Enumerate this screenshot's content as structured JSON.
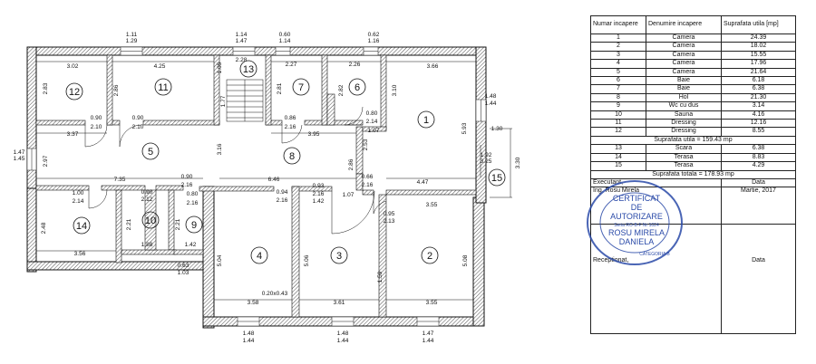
{
  "plan": {
    "rooms": [
      {
        "num": "1"
      },
      {
        "num": "2"
      },
      {
        "num": "3"
      },
      {
        "num": "4"
      },
      {
        "num": "5"
      },
      {
        "num": "6"
      },
      {
        "num": "7"
      },
      {
        "num": "8"
      },
      {
        "num": "9"
      },
      {
        "num": "10"
      },
      {
        "num": "11"
      },
      {
        "num": "12"
      },
      {
        "num": "13"
      },
      {
        "num": "14"
      },
      {
        "num": "15"
      }
    ],
    "dims": {
      "top_w1_a": "1.11",
      "top_w1_b": "1.29",
      "top_w2_a": "1.14",
      "top_w2_b": "1.47",
      "top_w3_a": "0.60",
      "top_w3_b": "1.14",
      "top_w4_a": "0.62",
      "top_w4_b": "1.16",
      "r12_w": "3.02",
      "r11_w": "4.25",
      "r13_w": "2.28",
      "r13_w2": "1.05",
      "r7_w": "2.27",
      "r6_w": "2.26",
      "r1_w": "3.66",
      "r12_h": "2.83",
      "r11_h": "2.86",
      "r13_h": "1.77",
      "r7_h": "2.81",
      "r6_h": "2.82",
      "r1_h": "3.10",
      "d_r12_a": "0.90",
      "d_r12_b": "2.10",
      "d_r11_a": "0.90",
      "d_r11_b": "2.10",
      "d_r7_a": "0.86",
      "d_r7_b": "2.16",
      "d_r6_a": "0.80",
      "d_r6_b": "2.14",
      "d_r1_b": "1.07",
      "r5_w": "3.37",
      "r5_h": "2.97",
      "r8_w": "3.95",
      "r8_h1": "3.16",
      "r8_d": "2.53",
      "r8_h2": "2.86",
      "left_w_a": "1.47",
      "left_w_b": "1.45",
      "right_w_a": "1.48",
      "right_w_b": "1.44",
      "r1_right": "5.93",
      "r1_right2": "1.30",
      "r15_a": "1.92",
      "r15_b": "3.25",
      "r15_h": "3.30",
      "r8_w2": "6.46",
      "r1_w2": "4.47",
      "corridor_w": "7.35",
      "d_r8_a": "0.90",
      "d_r8_b": "2.16",
      "d_r14_a": "1.00",
      "d_r14_b": "2.14",
      "d_r10_a": "0.90",
      "d_r10_b": "2.12",
      "d_r9_a": "0.80",
      "d_r9_b": "2.16",
      "d_r4_a": "0.94",
      "d_r4_b": "2.16",
      "d_r3_a": "0.93",
      "d_r3_b": "2.16",
      "d_r3_c": "1.07",
      "d_r1_a": "0.66",
      "d_r1_c": "2.16",
      "r2_w": "3.55",
      "d_r2_a": "0.95",
      "d_r2_b": "2.13",
      "r3_door_w": "1.42",
      "r14_h": "2.48",
      "r14_w": "3.56",
      "r10_h": "2.21",
      "r10_w": "1.88",
      "r9_h": "2.21",
      "r9_w": "1.42",
      "r9_b1": "0.63",
      "r9_b2": "1.03",
      "r4_h": "5.04",
      "r3_h": "5.06",
      "r3_h2": "1.59",
      "r2_h": "5.08",
      "r4_w": "3.58",
      "r3_w": "3.61",
      "r2_w2": "3.55",
      "niche": "0.20x0.43",
      "bot_w1_a": "1.48",
      "bot_w1_b": "1.44",
      "bot_w2_a": "1.48",
      "bot_w2_b": "1.44",
      "bot_w3_a": "1.47",
      "bot_w3_b": "1.44"
    }
  },
  "table": {
    "headers": [
      "Numar incapere",
      "Denumire incapere",
      "Suprafata utila [mp]"
    ],
    "rows": [
      {
        "num": "1",
        "name": "Camera",
        "area": "24.39"
      },
      {
        "num": "2",
        "name": "Camera",
        "area": "18.02"
      },
      {
        "num": "3",
        "name": "Camera",
        "area": "15.55"
      },
      {
        "num": "4",
        "name": "Camera",
        "area": "17.96"
      },
      {
        "num": "5",
        "name": "Camera",
        "area": "21.64"
      },
      {
        "num": "6",
        "name": "Baie",
        "area": "6.18"
      },
      {
        "num": "7",
        "name": "Baie",
        "area": "6.38"
      },
      {
        "num": "8",
        "name": "Hol",
        "area": "21.30"
      },
      {
        "num": "9",
        "name": "Wc cu dus",
        "area": "3.14"
      },
      {
        "num": "10",
        "name": "Sauna",
        "area": "4.16"
      },
      {
        "num": "11",
        "name": "Dressing",
        "area": "12.16"
      },
      {
        "num": "12",
        "name": "Dressing",
        "area": "8.55"
      }
    ],
    "subtotal": "Suprafata utila = 159.43 mp",
    "rows2": [
      {
        "num": "13",
        "name": "Scara",
        "area": "6.38"
      },
      {
        "num": "14",
        "name": "Terasa",
        "area": "8.83"
      },
      {
        "num": "15",
        "name": "Terasa",
        "area": "4.29"
      }
    ],
    "total": "Suprafata totala = 178.93 mp",
    "executant_label": "Executant,",
    "date_label": "Data",
    "executant_name": "Ing. Rosu Mirela",
    "executant_date": "Martie, 2017",
    "receptionist_label": "Receptionat,",
    "receptionist_date_label": "Data"
  },
  "stamp": {
    "line1": "CERTIFICAT",
    "line2": "DE",
    "line3": "AUTORIZARE",
    "line4": "Seria RO-B-F Nr 1024",
    "line5": "ROSU MIRELA",
    "line6": "DANIELA",
    "line7": "CATEGORIA B"
  }
}
